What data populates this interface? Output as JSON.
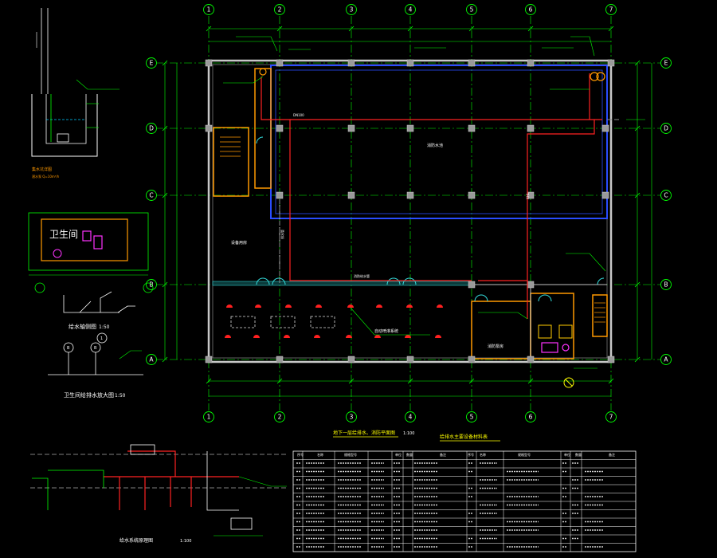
{
  "grid": {
    "columns": [
      "1",
      "2",
      "3",
      "4",
      "5",
      "6",
      "7"
    ],
    "rows": [
      "E",
      "D",
      "C",
      "B",
      "A"
    ]
  },
  "plan": {
    "title": "地下一层给排水、消防平面图",
    "scale": "1:100",
    "hall_label": "消防水池",
    "pump_room_label": "消防泵房",
    "stair_area_label": "设备用房",
    "pipe_label": "消防给水管",
    "pipe_tag_1": "DN100",
    "pipe_tag_2": "XHL",
    "sprinkler_note": "自动喷淋系统",
    "gray_pipe_label": "排水管"
  },
  "details": {
    "sump_note_1": "集水坑详图",
    "sump_note_2": "潜水泵 Q=10m³/h",
    "toilet_label": "卫生间",
    "supply_axon_title": "给水轴侧图",
    "supply_axon_scale": "1:50",
    "drain_axon_title": "卫生间给排水放大图",
    "drain_axon_scale": "1:50",
    "system_title": "给水系统原理图",
    "system_scale": "1:100",
    "axon_bubbles": [
      "B",
      "B",
      "1"
    ]
  },
  "table": {
    "title": "给排水主要设备材料表",
    "headers": [
      "序号",
      "名称",
      "规格型号",
      "单位",
      "数量",
      "备注",
      "序号",
      "名称",
      "规格型号",
      "单位",
      "数量",
      "备注"
    ]
  }
}
